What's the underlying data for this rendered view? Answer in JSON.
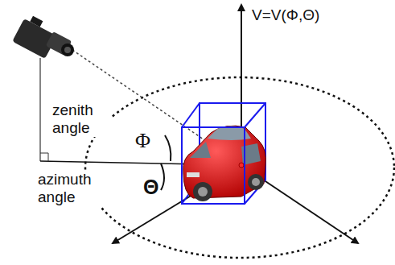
{
  "diagram": {
    "labels": [
      "V=V(Φ,Θ)",
      "zenith angle",
      "Φ",
      "azimuth angle",
      "Θ"
    ]
  }
}
